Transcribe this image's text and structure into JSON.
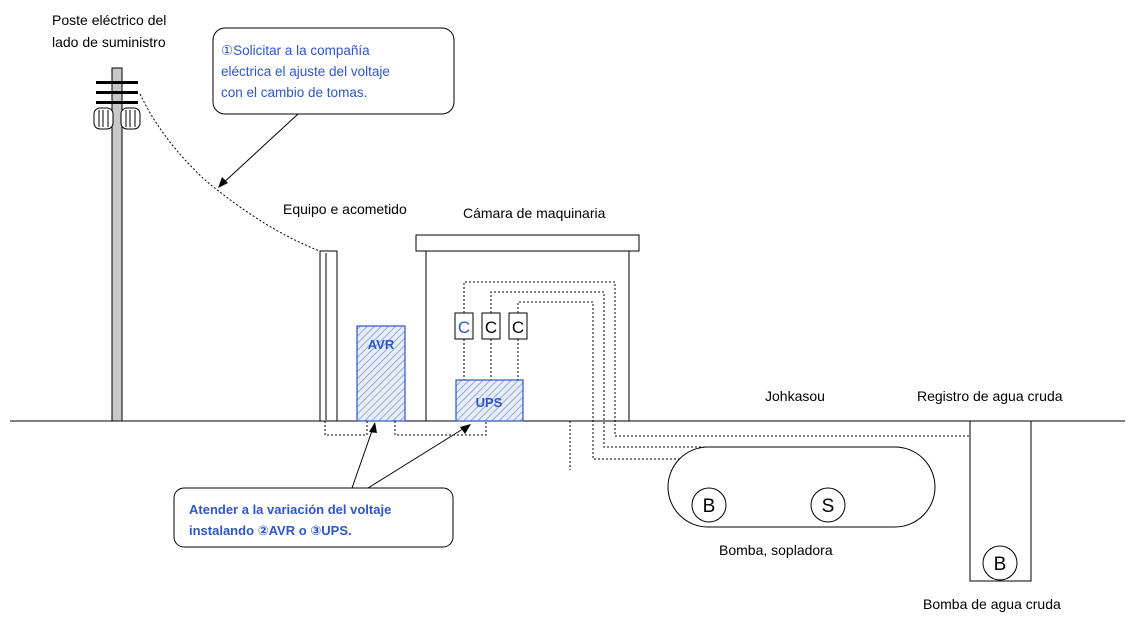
{
  "labels": {
    "pole_line1": "Poste eléctrico del",
    "pole_line2": "lado de suministro",
    "service_equipment": "Equipo e acometido",
    "machine_room": "Cámara de maquinaria",
    "johkasou": "Johkasou",
    "raw_water_box": "Registro de agua cruda",
    "pump_blower": "Bomba,  sopladora",
    "raw_water_pump": "Bomba de agua cruda"
  },
  "callouts": {
    "tap_change": {
      "line1": "①Solicitar a la compañía",
      "line2": "eléctrica el ajuste del voltaje",
      "line3": "con el cambio de tomas."
    },
    "avr_ups": {
      "line1": "Atender a la variación del voltaje",
      "line2": "instalando ②AVR o ③UPS."
    }
  },
  "devices": {
    "avr": "AVR",
    "ups": "UPS",
    "breaker_1": "C",
    "breaker_2": "C",
    "breaker_3": "C",
    "pump": "B",
    "blower": "S",
    "raw_pump": "B"
  },
  "colors": {
    "accent": "#2e56c6",
    "hatch_fill": "#e8eef8",
    "line": "#000000"
  }
}
